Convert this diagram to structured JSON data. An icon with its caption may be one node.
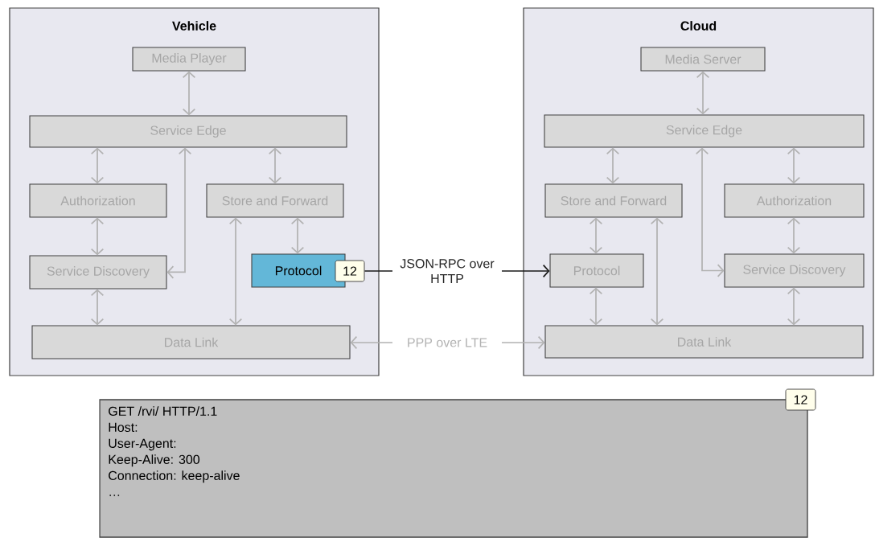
{
  "diagram": {
    "nodes": [
      {
        "text": [
          "Vehicle"
        ]
      },
      {
        "text": [
          "Media Player"
        ],
        "in": 0
      },
      {
        "text": [
          "Service Edge"
        ],
        "in": 0
      },
      {
        "text": [
          "Authorization"
        ],
        "in": 0
      },
      {
        "text": [
          "Store and Forward"
        ],
        "in": 0
      },
      {
        "text": [
          "Service Discovery"
        ],
        "in": 0
      },
      {
        "text": [
          "Protocol"
        ],
        "in": 0
      },
      {
        "text": [
          "12"
        ],
        "in": 0
      },
      {
        "text": [
          "Data Link"
        ],
        "in": 0
      },
      {
        "text": [
          "Cloud"
        ]
      },
      {
        "text": [
          "Media Server"
        ],
        "in": 9
      },
      {
        "text": [
          "Service Edge"
        ],
        "in": 9
      },
      {
        "text": [
          "Store and Forward"
        ],
        "in": 9
      },
      {
        "text": [
          "Authorization"
        ],
        "in": 9
      },
      {
        "text": [
          "Protocol"
        ],
        "in": 9
      },
      {
        "text": [
          "Service Discovery"
        ],
        "in": 9
      },
      {
        "text": [
          "Data Link"
        ],
        "in": 9
      },
      {
        "text": [
          "GET /rvi/ HTTP/1.1",
          "Host:",
          "User-Agent:",
          "Keep-Alive: 300",
          "Connection: keep-alive",
          "…"
        ]
      },
      {
        "text": [
          "12"
        ]
      }
    ],
    "edges": [
      {
        "from": 1,
        "to": 2,
        "arrow": "both"
      },
      {
        "from": 2,
        "to": 3,
        "arrow": "both"
      },
      {
        "from": 3,
        "to": 5,
        "arrow": "both"
      },
      {
        "from": 5,
        "to": 8,
        "arrow": "both"
      },
      {
        "from": 2,
        "to": 5,
        "arrow": "both"
      },
      {
        "from": 2,
        "to": 4,
        "arrow": "both"
      },
      {
        "from": 4,
        "to": 6,
        "arrow": "both"
      },
      {
        "from": 4,
        "to": 8,
        "arrow": "both"
      },
      {
        "from": 7,
        "to": 14,
        "arrow": "to",
        "label": "JSON-RPC over HTTP",
        "color": "#1a1a1a"
      },
      {
        "from": 8,
        "to": 16,
        "arrow": "both",
        "label": "PPP over LTE"
      },
      {
        "from": 10,
        "to": 11,
        "arrow": "both"
      },
      {
        "from": 11,
        "to": 12,
        "arrow": "both"
      },
      {
        "from": 11,
        "to": 13,
        "arrow": "both"
      },
      {
        "from": 11,
        "to": 15,
        "arrow": "both"
      },
      {
        "from": 12,
        "to": 14,
        "arrow": "both"
      },
      {
        "from": 12,
        "to": 16,
        "arrow": "both"
      },
      {
        "from": 14,
        "to": 16,
        "arrow": "both"
      },
      {
        "from": 13,
        "to": 15,
        "arrow": "both"
      },
      {
        "from": 15,
        "to": 16,
        "arrow": "both"
      }
    ]
  }
}
